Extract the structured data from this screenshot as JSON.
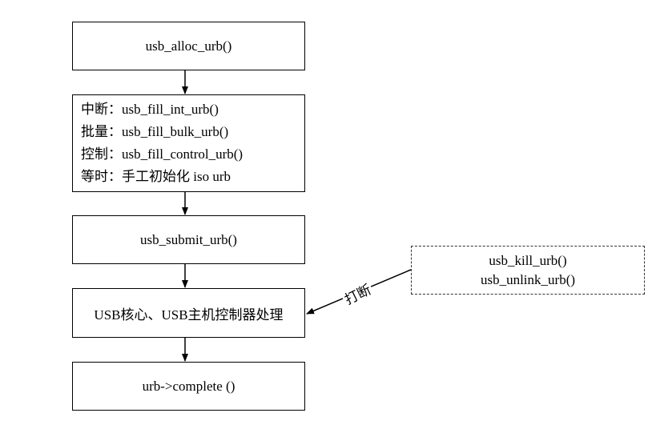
{
  "steps": [
    {
      "text": "usb_alloc_urb()"
    },
    {
      "lines": [
        "中断：usb_fill_int_urb()",
        "批量：usb_fill_bulk_urb()",
        "控制：usb_fill_control_urb()",
        "等时：手工初始化 iso urb"
      ]
    },
    {
      "text": "usb_submit_urb()"
    },
    {
      "text": "USB核心、USB主机控制器处理"
    },
    {
      "text": "urb->complete ()"
    }
  ],
  "side": {
    "lines": [
      "usb_kill_urb()",
      "usb_unlink_urb()"
    ],
    "arrow_label": "打断"
  }
}
